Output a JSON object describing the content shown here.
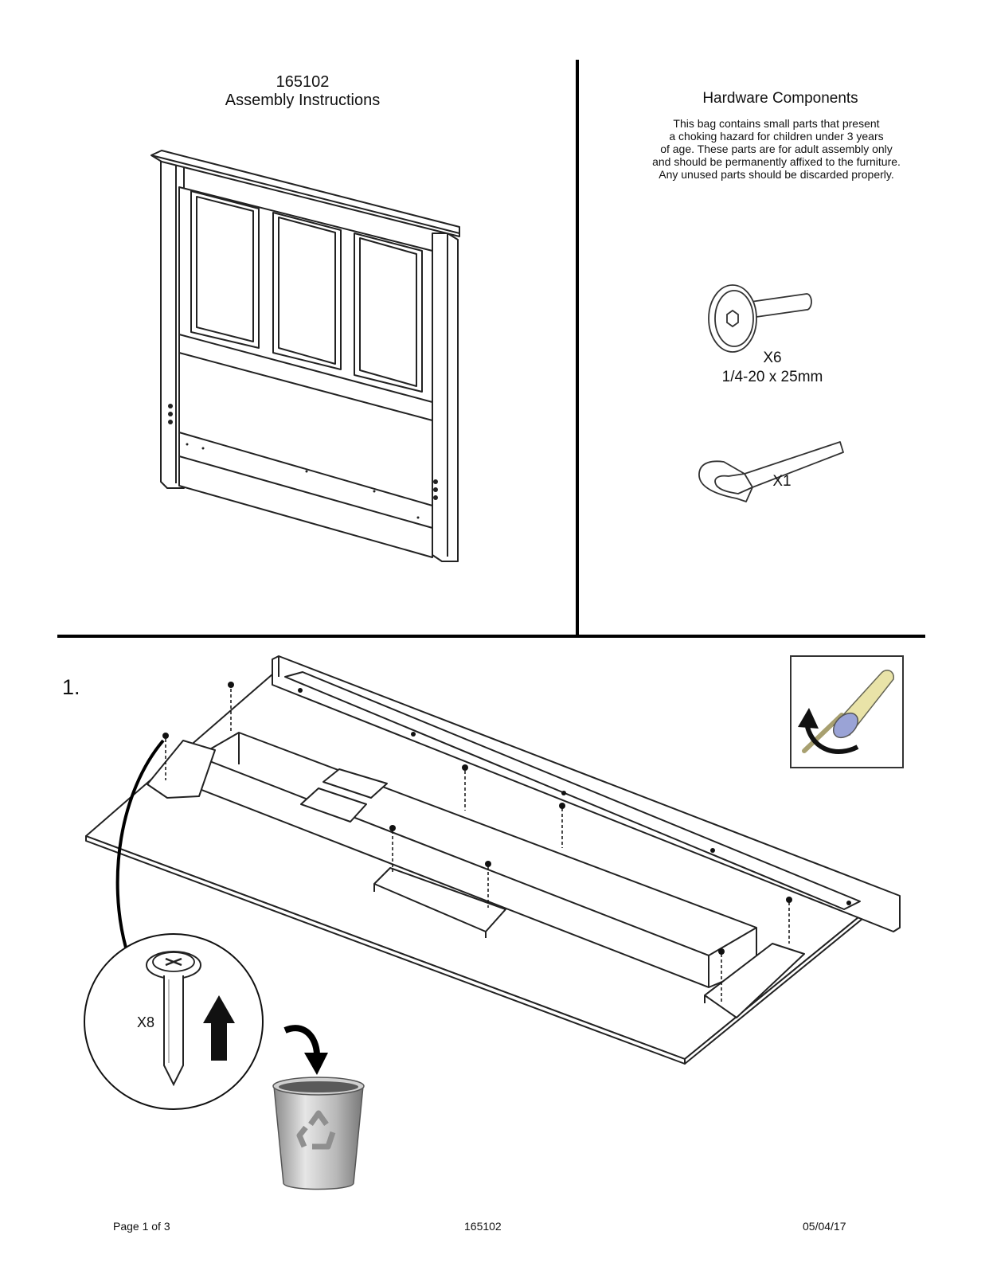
{
  "header": {
    "model_number": "165102",
    "doc_title": "Assembly Instructions"
  },
  "hardware": {
    "title": "Hardware Components",
    "warning_lines": [
      "This bag contains small parts that present",
      "a choking hazard for children under 3 years",
      "of age. These parts are for adult assembly only",
      "and should be permanently affixed to the furniture.",
      "Any unused parts should be discarded properly."
    ],
    "bolt": {
      "qty": "X6",
      "size": "1/4-20 x 25mm",
      "icon": "hex-bolt-icon"
    },
    "allen_key": {
      "qty": "X1",
      "icon": "allen-key-icon"
    }
  },
  "step1": {
    "number": "1.",
    "screw_qty": "X8",
    "icons": [
      "screwdriver-counterclockwise-icon",
      "screw-remove-icon",
      "up-arrow-icon",
      "trash-can-recycle-icon"
    ]
  },
  "footer": {
    "page": "Page 1 of 3",
    "model": "165102",
    "date": "05/04/17"
  }
}
